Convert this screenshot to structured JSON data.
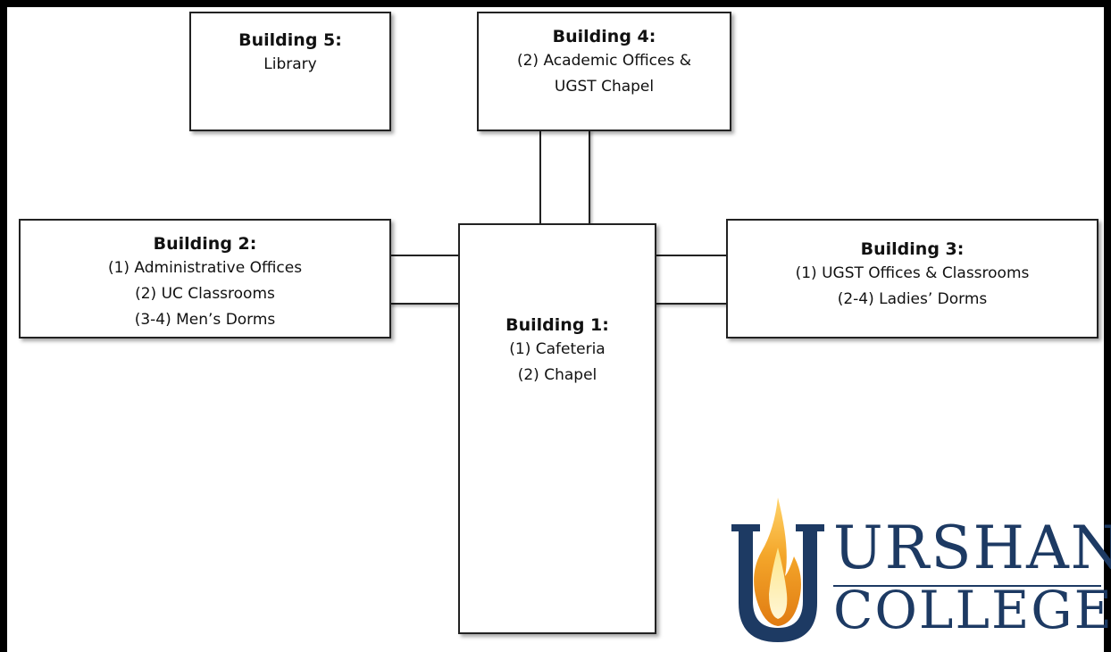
{
  "buildings": {
    "b5": {
      "title": "Building 5:",
      "lines": [
        "Library"
      ]
    },
    "b4": {
      "title": "Building 4:",
      "lines": [
        "(2) Academic Offices &",
        "UGST Chapel"
      ]
    },
    "b2": {
      "title": "Building 2:",
      "lines": [
        "(1) Administrative Offices",
        "(2) UC Classrooms",
        "(3-4) Men’s Dorms"
      ]
    },
    "b3": {
      "title": "Building 3:",
      "lines": [
        "(1) UGST Offices & Classrooms",
        "(2-4) Ladies’ Dorms"
      ]
    },
    "b1": {
      "title": "Building 1:",
      "lines": [
        "(1)  Cafeteria",
        "(2)  Chapel"
      ]
    }
  },
  "logo": {
    "line1": "URSHAN",
    "line2": "COLLEGE",
    "colors": {
      "navy": "#1d3a63",
      "flame_outer": "#f2a31f",
      "flame_inner": "#fde68a"
    }
  }
}
